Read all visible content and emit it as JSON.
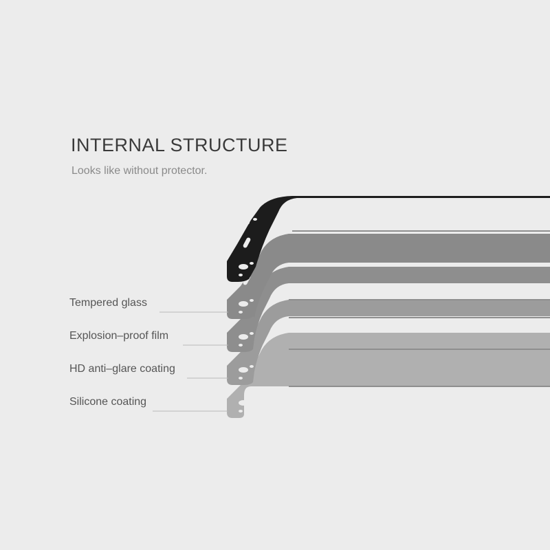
{
  "heading": {
    "title": "INTERNAL STRUCTURE",
    "subtitle": "Looks like without protector."
  },
  "layers": [
    {
      "label": "Tempered glass"
    },
    {
      "label": "Explosion–proof film"
    },
    {
      "label": "HD anti–glare coating"
    },
    {
      "label": "Silicone coating"
    }
  ],
  "colors": {
    "background": "#ececec",
    "frame_top": "#1c1c1c",
    "frame_layer": "#8e8e8e",
    "frame_bottom": "#aaaaaa",
    "leader_line": "#b8b8b8"
  }
}
